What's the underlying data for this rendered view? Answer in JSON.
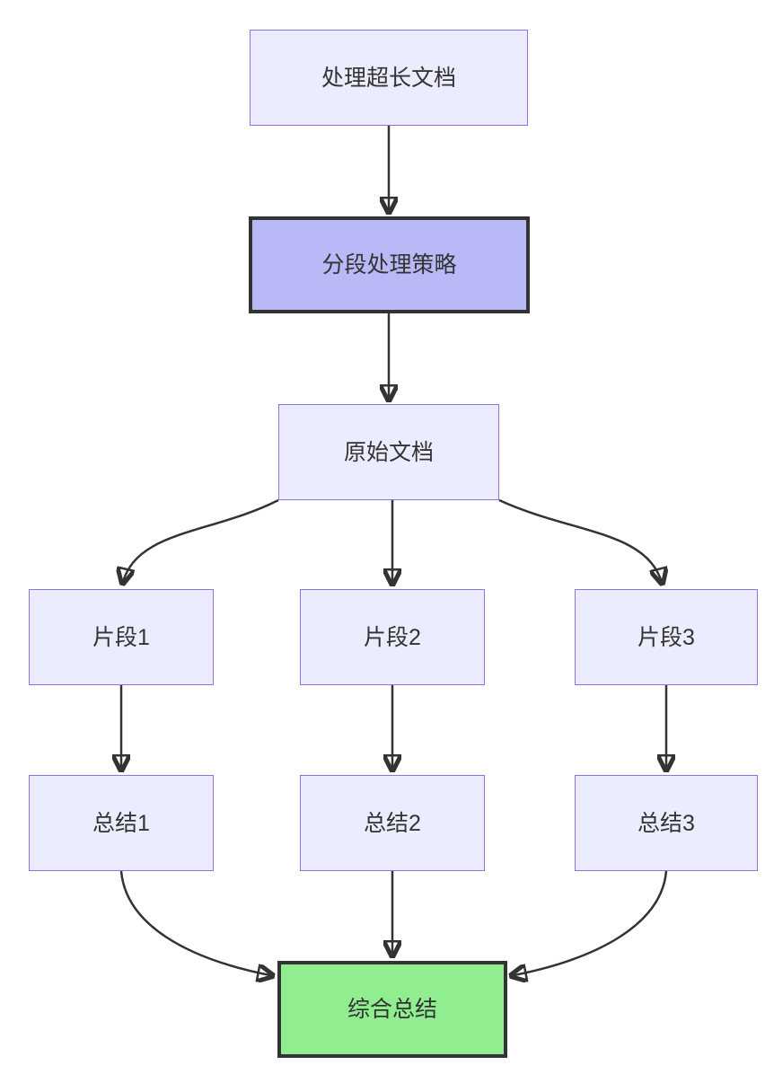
{
  "diagram": {
    "type": "flowchart",
    "direction": "top-down",
    "nodes": {
      "process_long_doc": {
        "label": "处理超长文档",
        "style": "default"
      },
      "segmentation_strategy": {
        "label": "分段处理策略",
        "style": "highlight"
      },
      "original_document": {
        "label": "原始文档",
        "style": "default"
      },
      "fragment_1": {
        "label": "片段1",
        "style": "default"
      },
      "fragment_2": {
        "label": "片段2",
        "style": "default"
      },
      "fragment_3": {
        "label": "片段3",
        "style": "default"
      },
      "summary_1": {
        "label": "总结1",
        "style": "default"
      },
      "summary_2": {
        "label": "总结2",
        "style": "default"
      },
      "summary_3": {
        "label": "总结3",
        "style": "default"
      },
      "final_summary": {
        "label": "综合总结",
        "style": "success"
      }
    },
    "edges": [
      {
        "from": "处理超长文档",
        "to": "分段处理策略"
      },
      {
        "from": "分段处理策略",
        "to": "原始文档"
      },
      {
        "from": "原始文档",
        "to": "片段1"
      },
      {
        "from": "原始文档",
        "to": "片段2"
      },
      {
        "from": "原始文档",
        "to": "片段3"
      },
      {
        "from": "片段1",
        "to": "总结1"
      },
      {
        "from": "片段2",
        "to": "总结2"
      },
      {
        "from": "片段3",
        "to": "总结3"
      },
      {
        "from": "总结1",
        "to": "综合总结"
      },
      {
        "from": "总结2",
        "to": "综合总结"
      },
      {
        "from": "总结3",
        "to": "综合总结"
      }
    ],
    "colors": {
      "background": "#ffffff",
      "node_fill": "#ececff",
      "node_border": "#9370db",
      "highlight_fill": "#b9b9f8",
      "highlight_border": "#333333",
      "success_fill": "#90ee90",
      "success_border": "#333333",
      "edge": "#333333",
      "text": "#333333"
    }
  }
}
